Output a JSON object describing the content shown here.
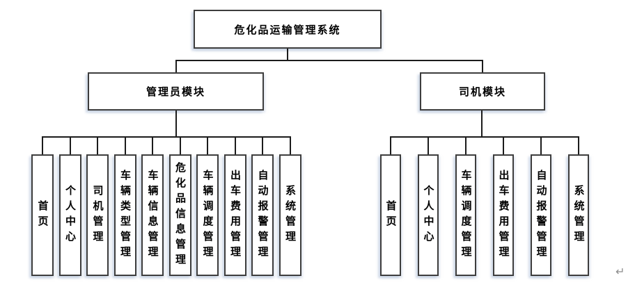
{
  "diagram": {
    "title": "危化品运输管理系统",
    "modules": [
      {
        "label": "管理员模块",
        "children": [
          "首页",
          "个人中心",
          "司机管理",
          "车辆类型管理",
          "车辆信息管理",
          "危化品信息管理",
          "车辆调度管理",
          "出车费用管理",
          "自动报警管理",
          "系统管理"
        ]
      },
      {
        "label": "司机模块",
        "children": [
          "首页",
          "个人中心",
          "车辆调度管理",
          "出车费用管理",
          "自动报警管理",
          "系统管理"
        ]
      }
    ],
    "line_break_mark": "↵",
    "colors": {
      "background": "#ffffff",
      "line": "#1b1b1b",
      "box_border": "#3d3d3d",
      "box_fill": "#ffffff",
      "text": "#000000",
      "shadow": "#c9d3e4",
      "mark_color": "#8c8c8c"
    }
  }
}
